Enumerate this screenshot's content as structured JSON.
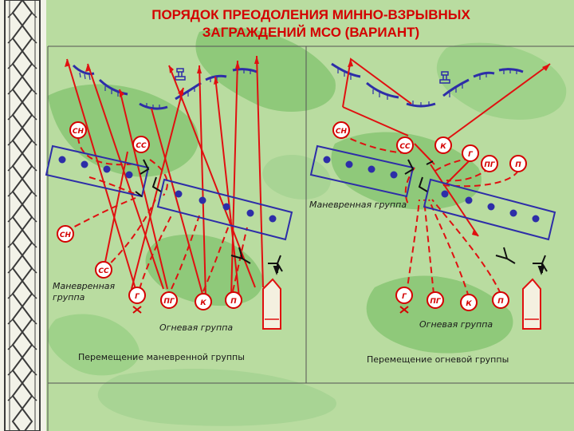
{
  "title": {
    "line1": "ПОРЯДОК ПРЕОДОЛЕНИЯ МИННО-ВЗРЫВНЫХ",
    "line2": "ЗАГРАЖДЕНИЙ МСО (ВАРИАНТ)"
  },
  "left_panel": {
    "maneuver_group_label": "Маневренная группа",
    "fire_group_label": "Огневая группа",
    "caption": "Перемещение маневренной группы",
    "units": {
      "sn1": "СН",
      "sn2": "СН",
      "ss1": "СС",
      "ss2": "СС",
      "g": "Г",
      "pg": "ПГ",
      "k": "К",
      "p": "П"
    }
  },
  "right_panel": {
    "maneuver_group_label": "Маневренная группа",
    "fire_group_label": "Огневая группа",
    "caption": "Перемещение огневой группы",
    "units": {
      "sn": "СН",
      "ss": "СС",
      "k_top": "К",
      "g_top": "Г",
      "pg_top": "ПГ",
      "p_top": "П",
      "g": "Г",
      "pg": "ПГ",
      "k": "К",
      "p": "П"
    }
  },
  "colors": {
    "route": "#e01010",
    "unit_fill": "#ffffff",
    "unit_stroke": "#d40000",
    "obstacle": "#2d2da8",
    "block": "#2d2da8",
    "ornament": "#3a3a3a"
  }
}
